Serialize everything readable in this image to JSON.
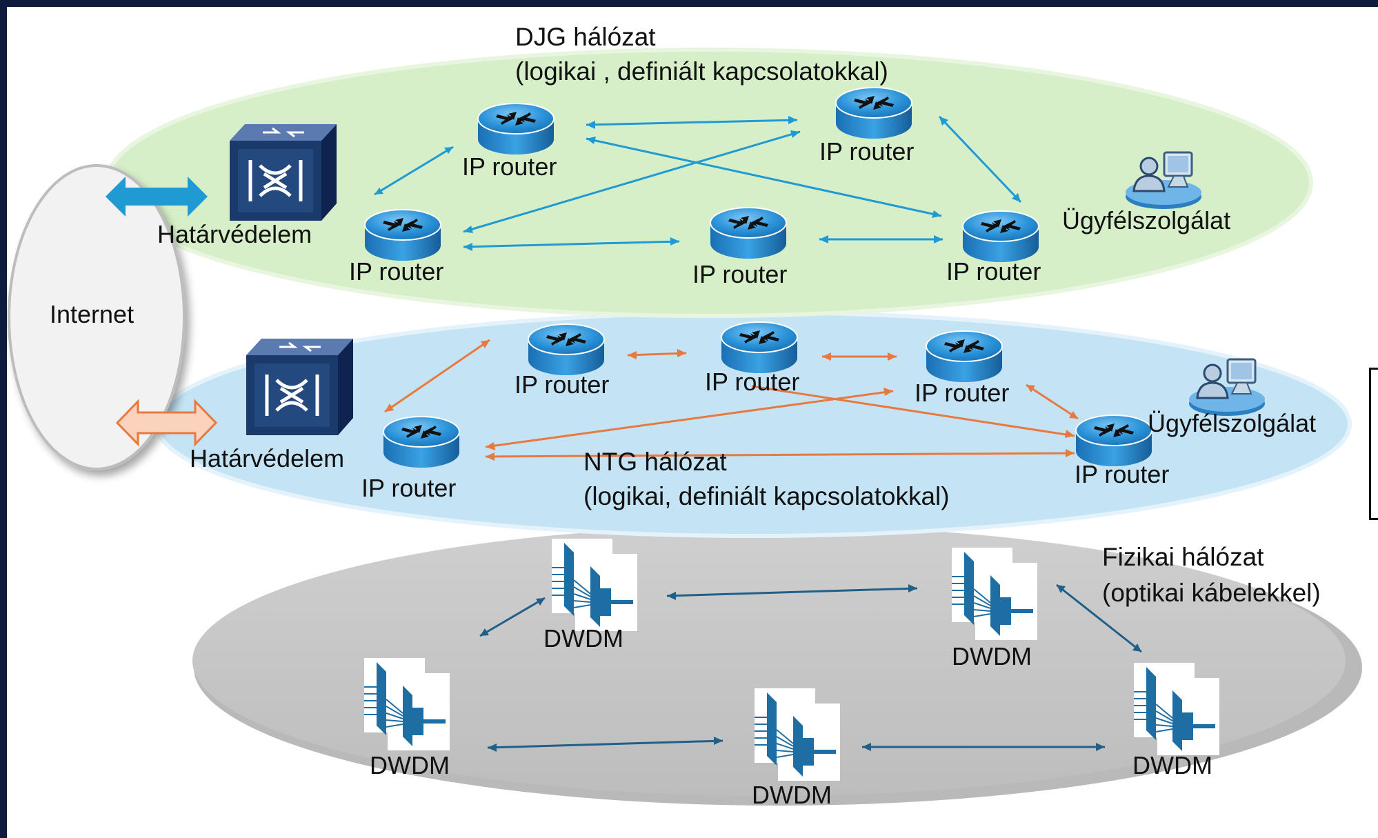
{
  "layers": {
    "djg": {
      "title_line1": "DJG hálózat",
      "title_line2": "(logikai , definiált kapcsolatokkal)",
      "fill_color": "#d7efc9",
      "link_color": "#1f9ad3",
      "router_label": "IP router",
      "firewall_label": "Határvédelem",
      "customer_service_label": "Ügyfélszolgálat"
    },
    "ntg": {
      "title_line1": "NTG hálózat",
      "title_line2": "(logikai, definiált kapcsolatokkal)",
      "fill_color": "#c4e3f4",
      "link_color": "#e8793e",
      "router_label": "IP router",
      "firewall_label": "Határvédelem",
      "customer_service_label": "Ügyfélszolgálat"
    },
    "physical": {
      "title_line1": "Fizikai hálózat",
      "title_line2": "(optikai kábelekkel)",
      "fill_color": "#c8c8c8",
      "link_color": "#1f5f88",
      "node_label": "DWDM"
    }
  },
  "internet_label": "Internet",
  "colors": {
    "background": "#0d1b3e",
    "router_blue": "#1e8fd6",
    "dwdm_blue": "#1f6ea3",
    "firewall_navy": "#1a3a6b"
  },
  "icons": {
    "router": "router-icon",
    "firewall": "firewall-icon",
    "dwdm": "dwdm-icon",
    "customer_service": "user-computer-icon"
  }
}
